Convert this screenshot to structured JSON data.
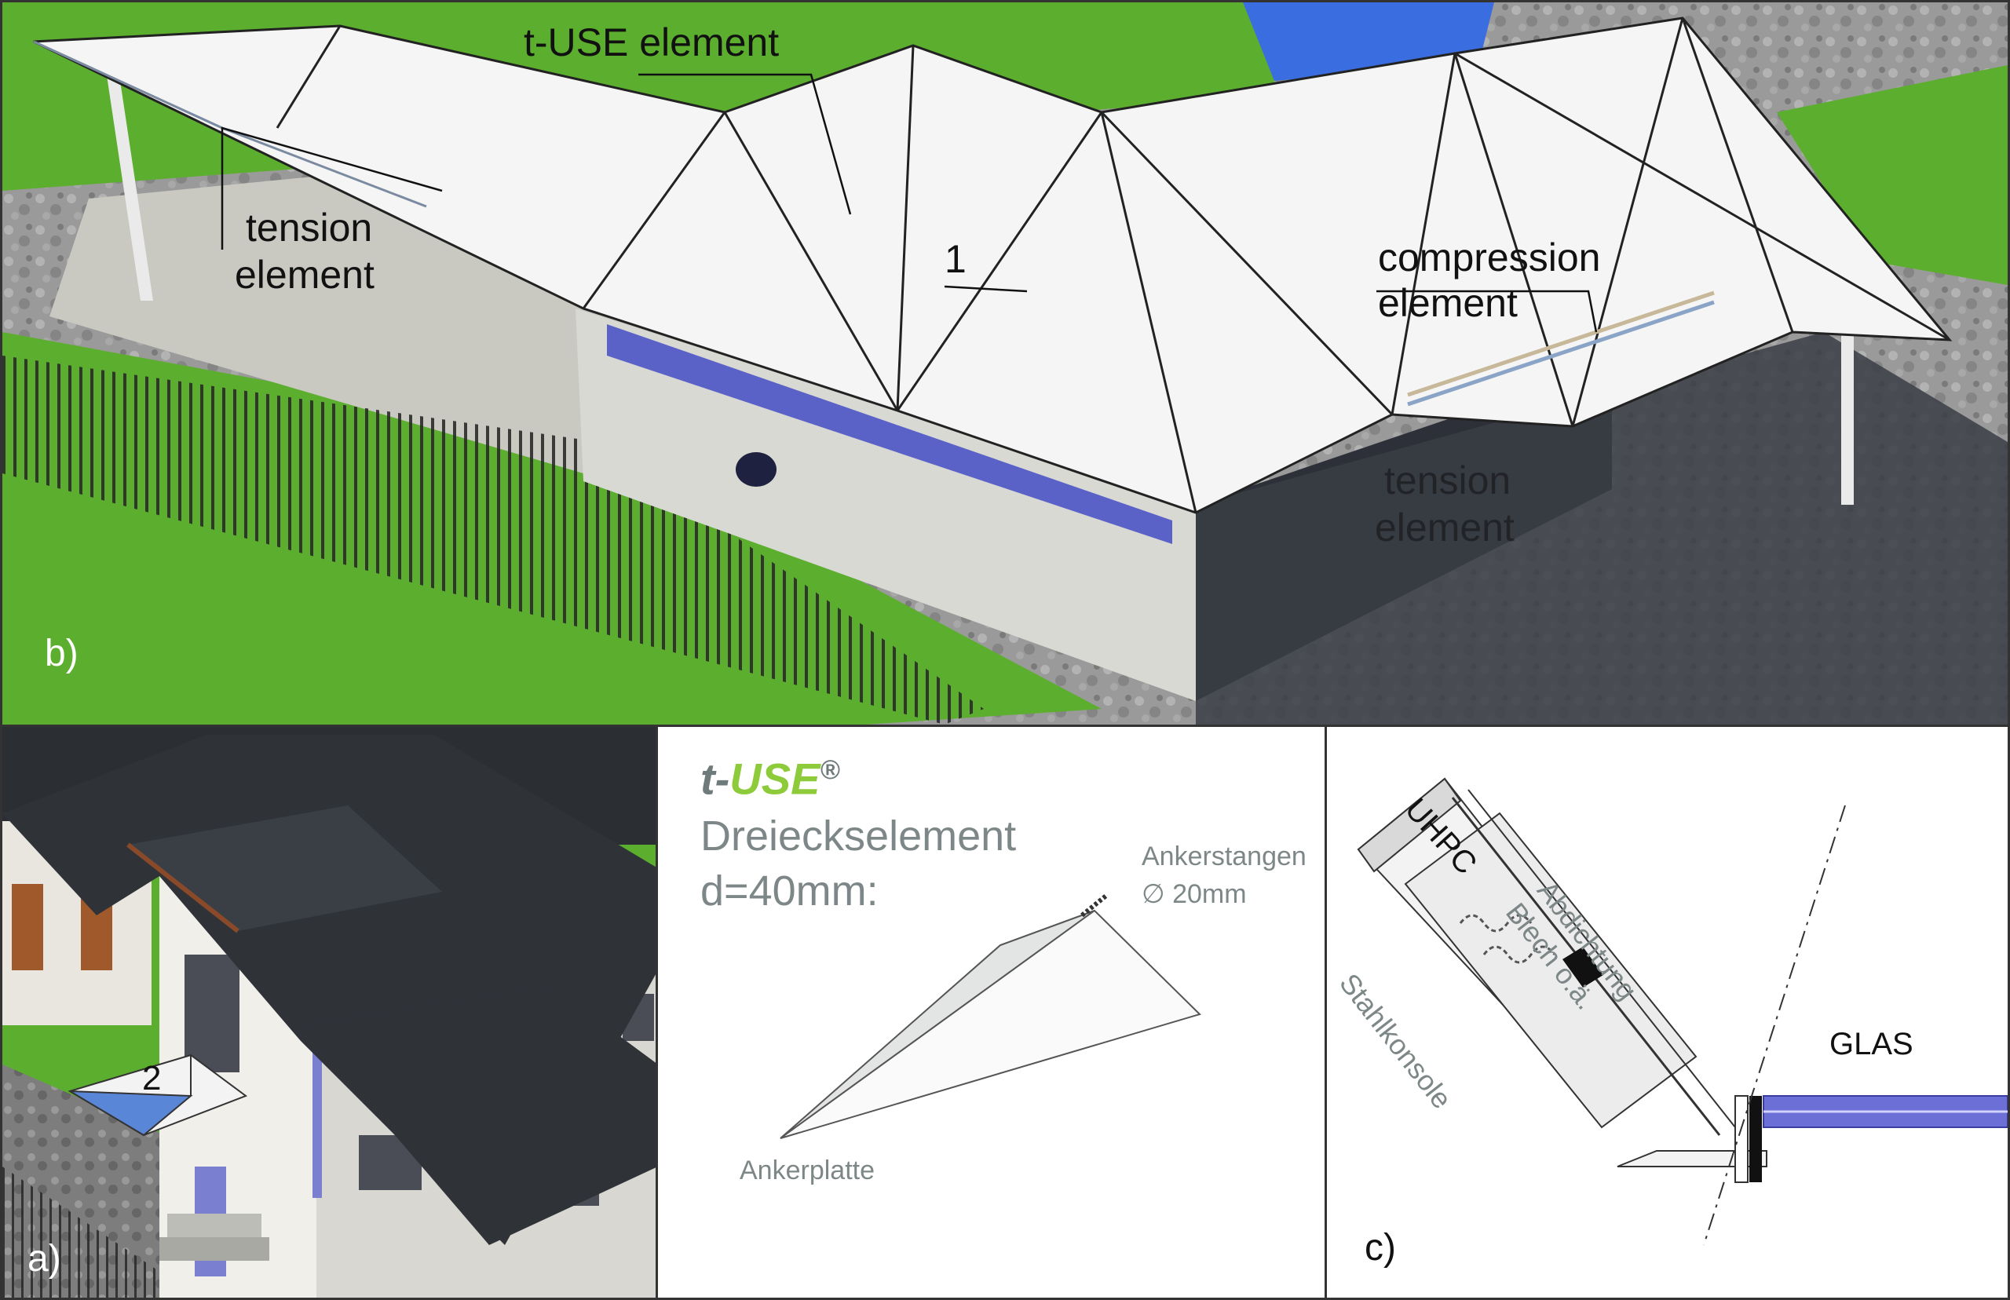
{
  "panel_b": {
    "letter": "b)",
    "label_tuse": "t-USE element",
    "label_tension_1": "tension",
    "label_tension_2": "element",
    "label_number": "1",
    "label_compression_1": "compression",
    "label_compression_2": "element",
    "label_tension2_1": "tension",
    "label_tension2_2": "element"
  },
  "panel_a": {
    "letter": "a)",
    "label_number": "2"
  },
  "panel_mid": {
    "brand_t": "t-",
    "brand_use": "USE",
    "brand_reg": "®",
    "title_1": "Dreieckselement",
    "title_2": "d=40mm:",
    "anker_1": "Ankerstangen",
    "anker_2": "∅ 20mm",
    "ankerplatte": "Ankerplatte"
  },
  "panel_c": {
    "letter": "c)",
    "uhpc": "UHPC",
    "abdichtung": "Abdichtung",
    "blech": "Blech o.ä.",
    "stahlkonsole": "Stahlkonsole",
    "glas": "GLAS"
  },
  "colors": {
    "grass": "#5cae2e",
    "roof_white": "#f4f5f4",
    "window_blue": "#5a62c8",
    "tuse_green": "#8ecb3a",
    "label_grey": "#7e8787"
  }
}
